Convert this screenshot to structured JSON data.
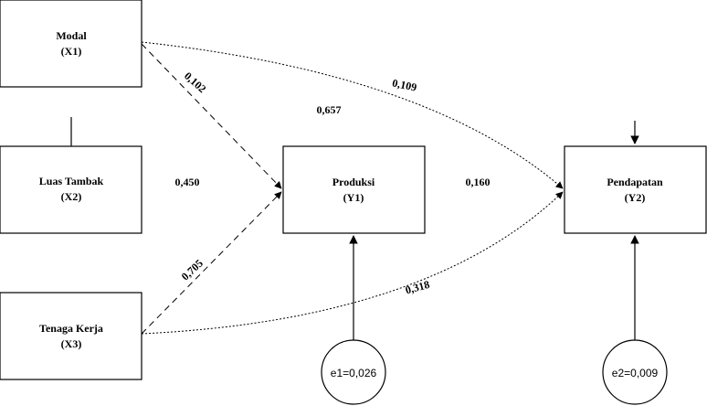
{
  "nodes": {
    "x1": {
      "name": "Modal",
      "code": "(X1)"
    },
    "x2": {
      "name": "Luas Tambak",
      "code": "(X2)"
    },
    "x3": {
      "name": "Tenaga Kerja",
      "code": "(X3)"
    },
    "y1": {
      "name": "Produksi",
      "code": "(Y1)"
    },
    "y2": {
      "name": "Pendapatan",
      "code": "(Y2)"
    }
  },
  "errors": {
    "e1": "e1=0,026",
    "e2": "e2=0,009"
  },
  "paths": {
    "x1_y1": "0,102",
    "x1_y2": "0,109",
    "x1_x2_corr": "0,657",
    "x2_y1": "0,450",
    "x3_y1": "0,705",
    "x3_y2": "0,318",
    "y1_y2": "0,160"
  }
}
